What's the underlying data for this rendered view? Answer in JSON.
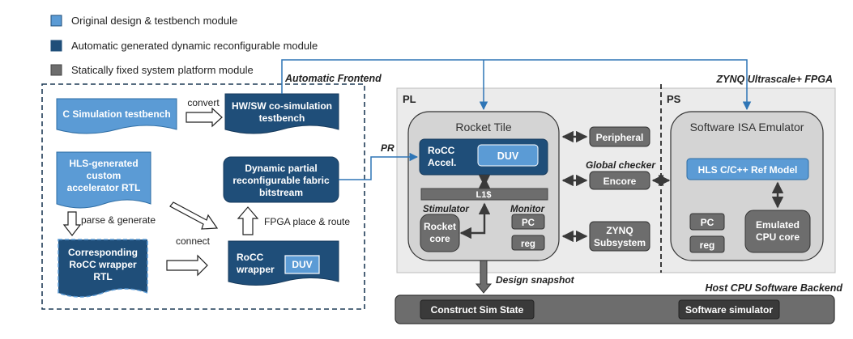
{
  "legend": {
    "original": "Original design & testbench module",
    "dynamic": "Automatic generated dynamic reconfigurable module",
    "static": "Statically fixed system platform module"
  },
  "colors": {
    "original": "#5b9bd5",
    "dynamic": "#1f4e79",
    "static": "#6d6d6d",
    "dark": "#3a3a3a",
    "region_fill": "#ebebeb",
    "line": "#2e75b6"
  },
  "frontend": {
    "title": "Automatic Frontend",
    "c_sim": "C Simulation testbench",
    "convert": "convert",
    "hwsw": [
      "HW/SW co-simulation",
      "testbench"
    ],
    "hls_rtl": [
      "HLS-generated",
      "custom",
      "accelerator RTL"
    ],
    "pr_bitstream": [
      "Dynamic partial",
      "reconfigurable fabric",
      "bitstream"
    ],
    "fpga_pr": "FPGA place & route",
    "parse_generate": "parse & generate",
    "connect": "connect",
    "wrapper_rtl": [
      "Corresponding",
      "RoCC wrapper",
      "RTL"
    ],
    "rocc_wrapper": [
      "RoCC",
      "wrapper"
    ],
    "duv": "DUV"
  },
  "fpga": {
    "title": "ZYNQ Ultrascale+ FPGA",
    "pl": "PL",
    "ps": "PS",
    "pr": "PR",
    "rocket_tile": "Rocket Tile",
    "rocc_accel": [
      "RoCC",
      "Accel."
    ],
    "duv": "DUV",
    "l1": "L1$",
    "stimulator": "Stimulator",
    "monitor": "Monitor",
    "rocket_core": [
      "Rocket",
      "core"
    ],
    "pc": "PC",
    "reg": "reg",
    "peripheral": "Peripheral",
    "global_checker": "Global checker",
    "encore": "Encore",
    "zynq_sub": [
      "ZYNQ",
      "Subsystem"
    ],
    "sw_emulator": "Software ISA Emulator",
    "hls_ref": "HLS C/C++ Ref Model",
    "emulated_core": [
      "Emulated",
      "CPU core"
    ]
  },
  "backend": {
    "title": "Host CPU Software Backend",
    "snapshot": "Design snapshot",
    "construct": "Construct Sim State",
    "sw_sim": "Software simulator"
  }
}
